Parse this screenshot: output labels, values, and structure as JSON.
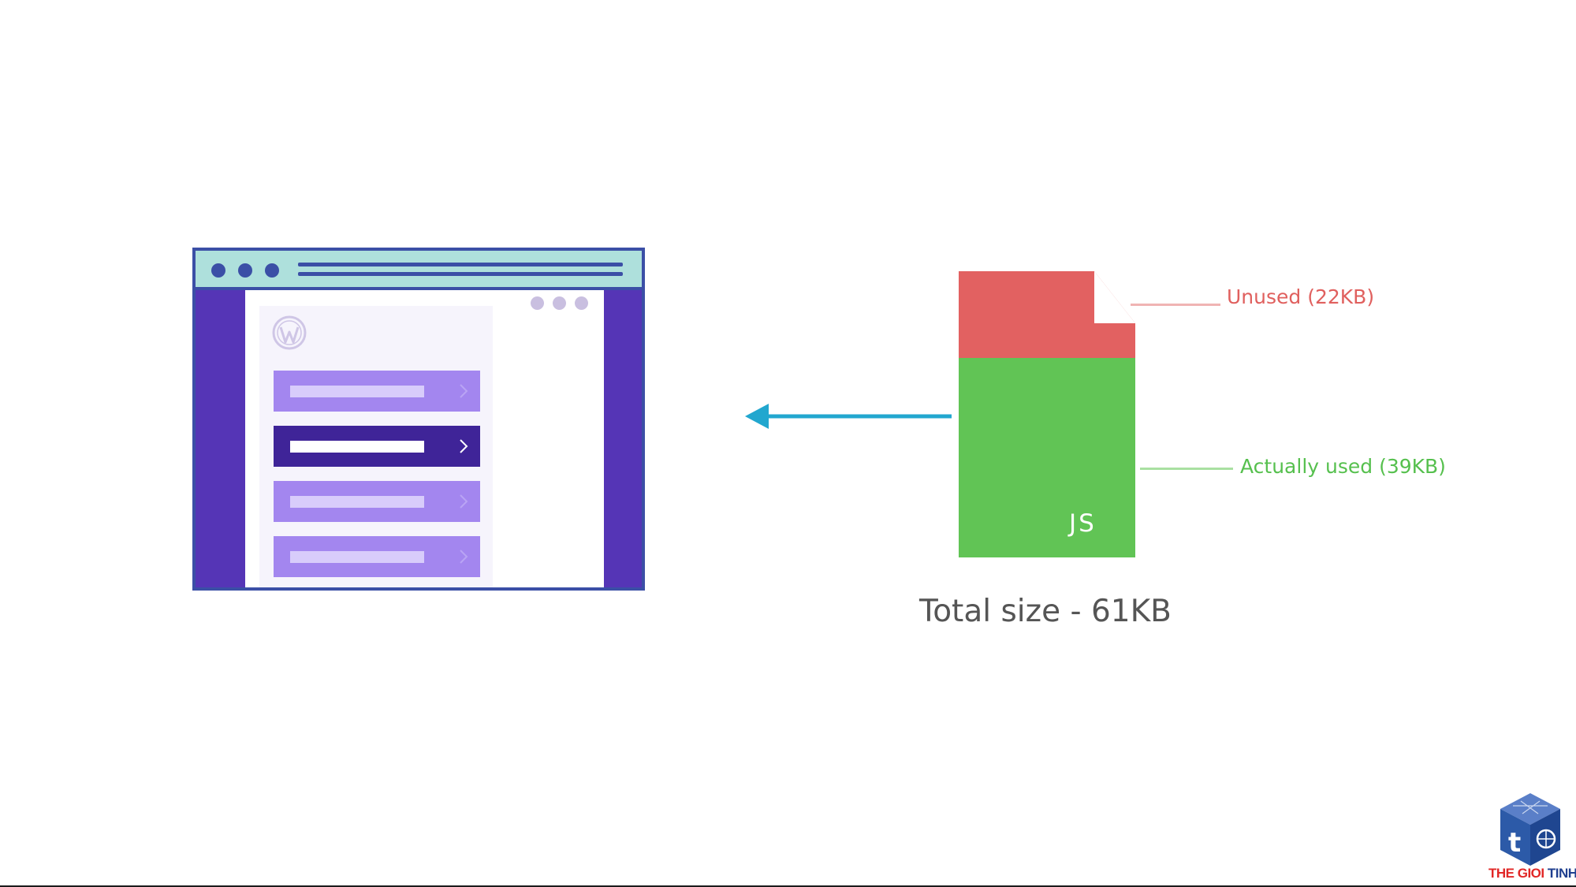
{
  "diagram": {
    "file_badge": "JS",
    "unused_label": "Unused (22KB)",
    "used_label": "Actually used (39KB)",
    "total_label": "Total size - 61KB",
    "unused_kb": 22,
    "used_kb": 39,
    "total_kb": 61
  },
  "colors": {
    "unused": "#e26161",
    "used": "#61c455",
    "unused_leader": "#f0b4b3",
    "used_leader": "#a9e0a2",
    "arrow": "#22a7cf",
    "browser_frame": "#3b4fa6",
    "browser_side": "#5535b6",
    "titlebar": "#aee0dc",
    "menu_item": "#a386ef",
    "menu_item_active": "#3f2498",
    "total_text": "#555555"
  },
  "browser": {
    "menu_items": [
      {
        "active": false
      },
      {
        "active": true
      },
      {
        "active": false
      },
      {
        "active": false
      }
    ],
    "icons": [
      "wordpress-logo-icon",
      "chevron-right-icon"
    ]
  },
  "watermark": {
    "part1": "THE GIOI",
    "part2": "TINHOC",
    "cube_letter": "t"
  }
}
